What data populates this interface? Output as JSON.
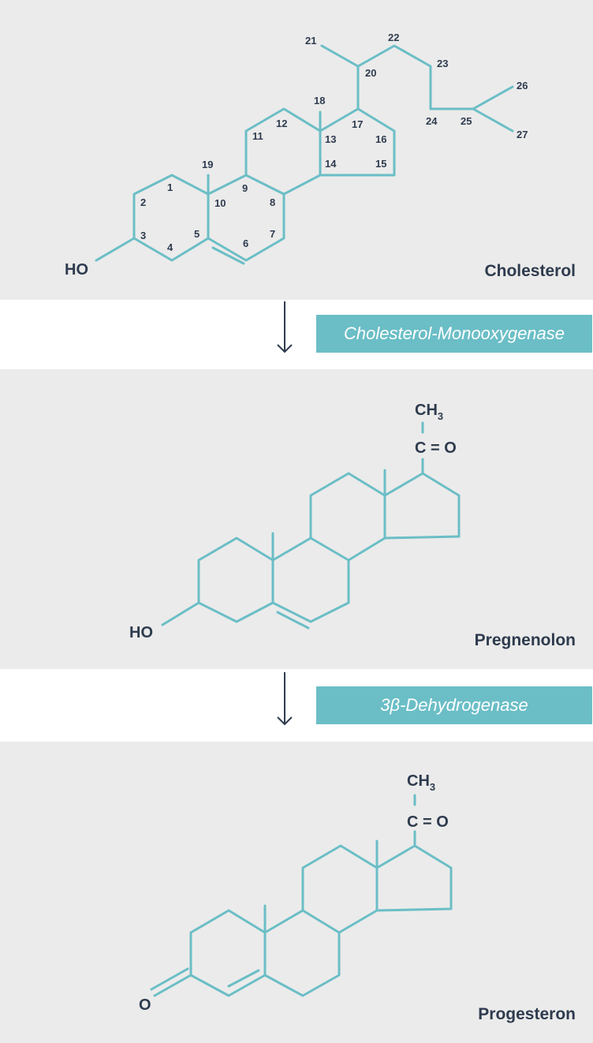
{
  "cholesterol": {
    "name": "Cholesterol",
    "ho_label": "HO",
    "carbon_numbers": [
      "1",
      "2",
      "3",
      "4",
      "5",
      "6",
      "7",
      "8",
      "9",
      "10",
      "11",
      "12",
      "13",
      "14",
      "15",
      "16",
      "17",
      "18",
      "19",
      "20",
      "21",
      "22",
      "23",
      "24",
      "25",
      "26",
      "27"
    ]
  },
  "enzyme1": {
    "label": "Cholesterol-Monooxygenase"
  },
  "pregnenolon": {
    "name": "Pregnenolon",
    "ho_label": "HO",
    "ch_label": "CH",
    "ch_subscript": "3",
    "co_label": "C = O"
  },
  "enzyme2": {
    "label": "3β-Dehydrogenase"
  },
  "progesteron": {
    "name": "Progesteron",
    "o_label": "O",
    "ch_label": "CH",
    "ch_subscript": "3",
    "co_label": "C = O"
  },
  "colors": {
    "panel_bg": "#ebebeb",
    "bond": "#6bbec6",
    "text": "#2e3b4e",
    "enzyme_bg": "#6bbec6",
    "enzyme_text": "#ffffff"
  }
}
